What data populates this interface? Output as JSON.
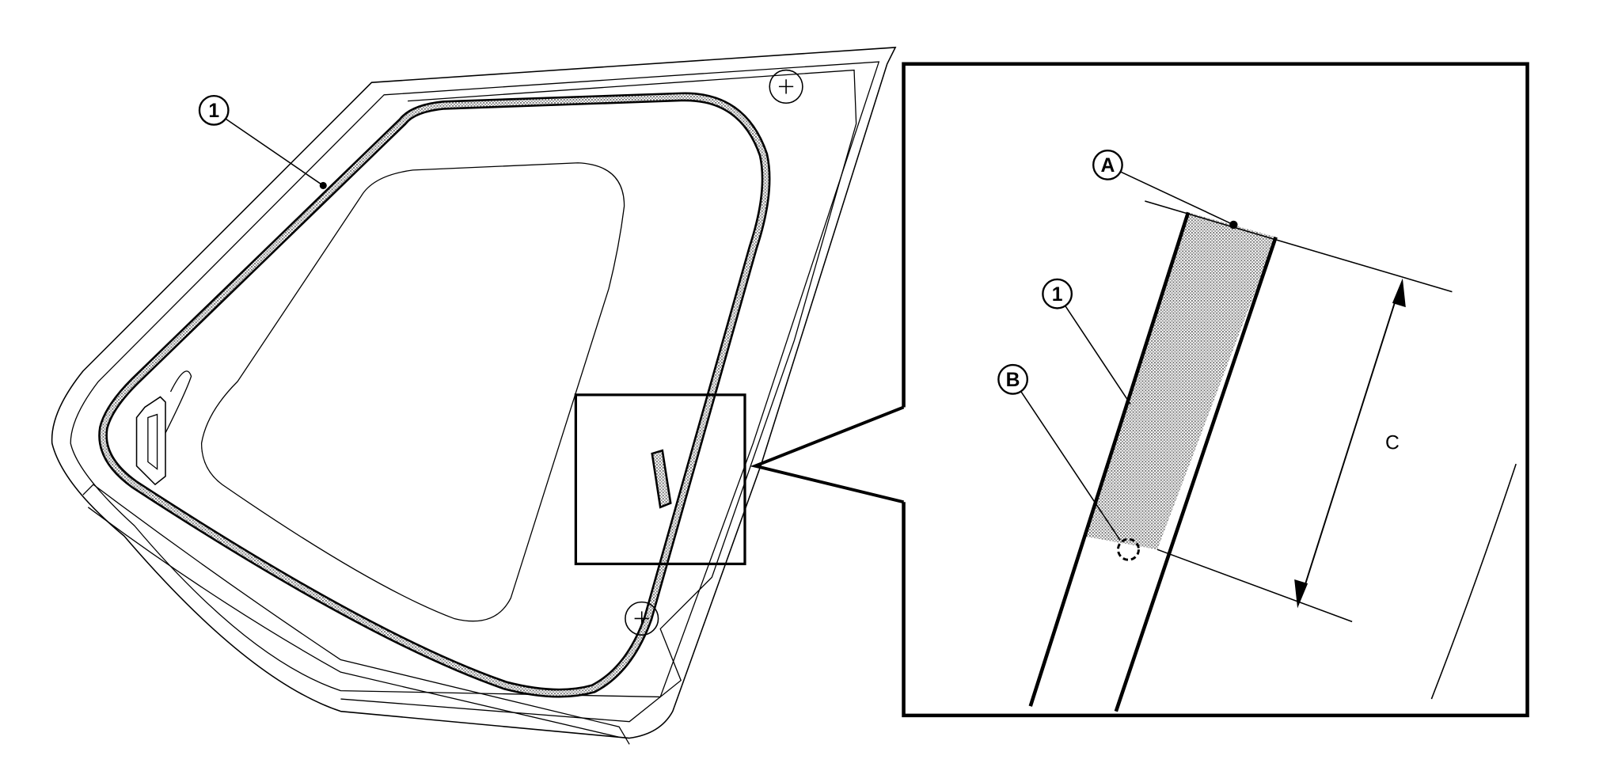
{
  "diagram": {
    "labels": {
      "seal_main": "1",
      "seal_detail": "1",
      "point_a": "A",
      "point_b": "B",
      "dimension_c": "C"
    },
    "colors": {
      "line": "#000000",
      "seal_fill": "#bdbdbd",
      "background": "#ffffff"
    }
  }
}
